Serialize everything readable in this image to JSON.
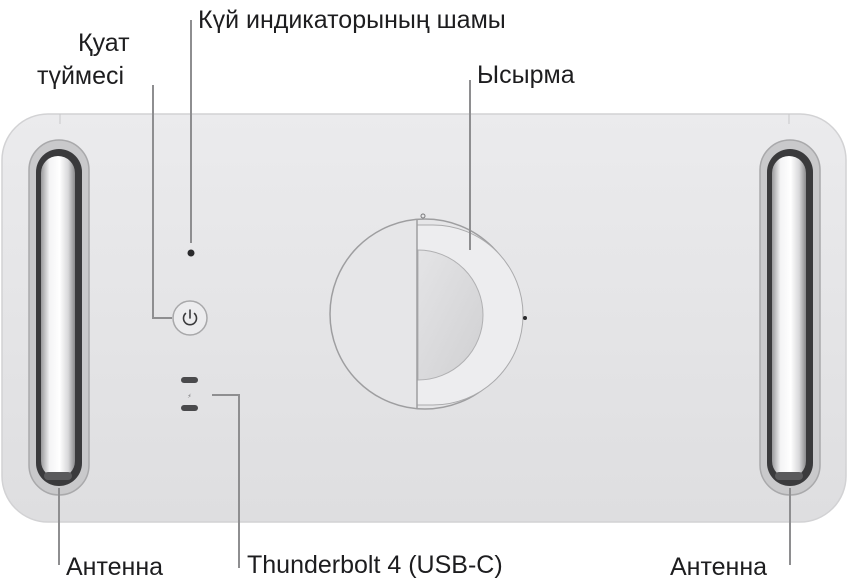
{
  "labels": {
    "power_button_line1": "Қуат",
    "power_button_line2": "түймесі",
    "status_light": "Күй индикаторының шамы",
    "latch": "Ысырма",
    "antenna_left": "Антенна",
    "thunderbolt": "Thunderbolt 4 (USB-C)",
    "antenna_right": "Антенна"
  },
  "colors": {
    "body": "#e4e4e6",
    "callout_line": "#8e8e90",
    "text": "#1d1d1f"
  }
}
